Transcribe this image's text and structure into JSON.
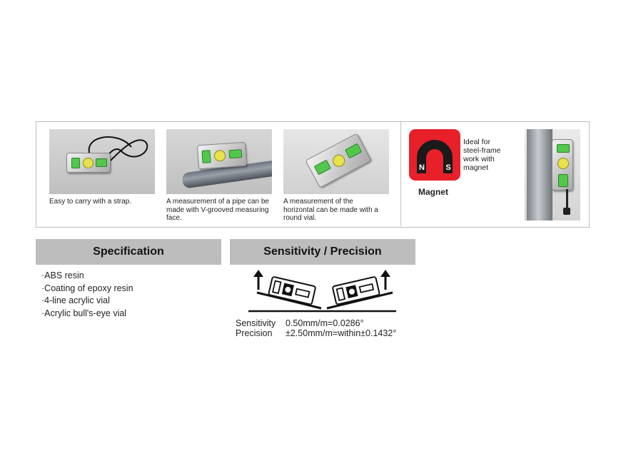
{
  "features": {
    "items": [
      {
        "caption": "Easy to carry with a strap."
      },
      {
        "caption": "A measurement of a pipe can be made with V-grooved measuring face."
      },
      {
        "caption": "A measurement of the horizontal can be made with a round vial."
      }
    ],
    "magnet": {
      "north": "N",
      "south": "S",
      "label": "Magnet",
      "description": "Ideal for steel-frame work with magnet",
      "color": "#e8202a"
    }
  },
  "specification": {
    "title": "Specification",
    "items": [
      "·ABS resin",
      "·Coating of epoxy resin",
      "·4-line acrylic vial",
      "·Acrylic bull's-eye vial"
    ]
  },
  "sensitivity": {
    "title": "Sensitivity / Precision",
    "sensitivity_label": "Sensitivity",
    "sensitivity_value": "0.50mm/m=0.0286°",
    "precision_label": "Precision",
    "precision_value": "±2.50mm/m=within±0.1432°"
  }
}
